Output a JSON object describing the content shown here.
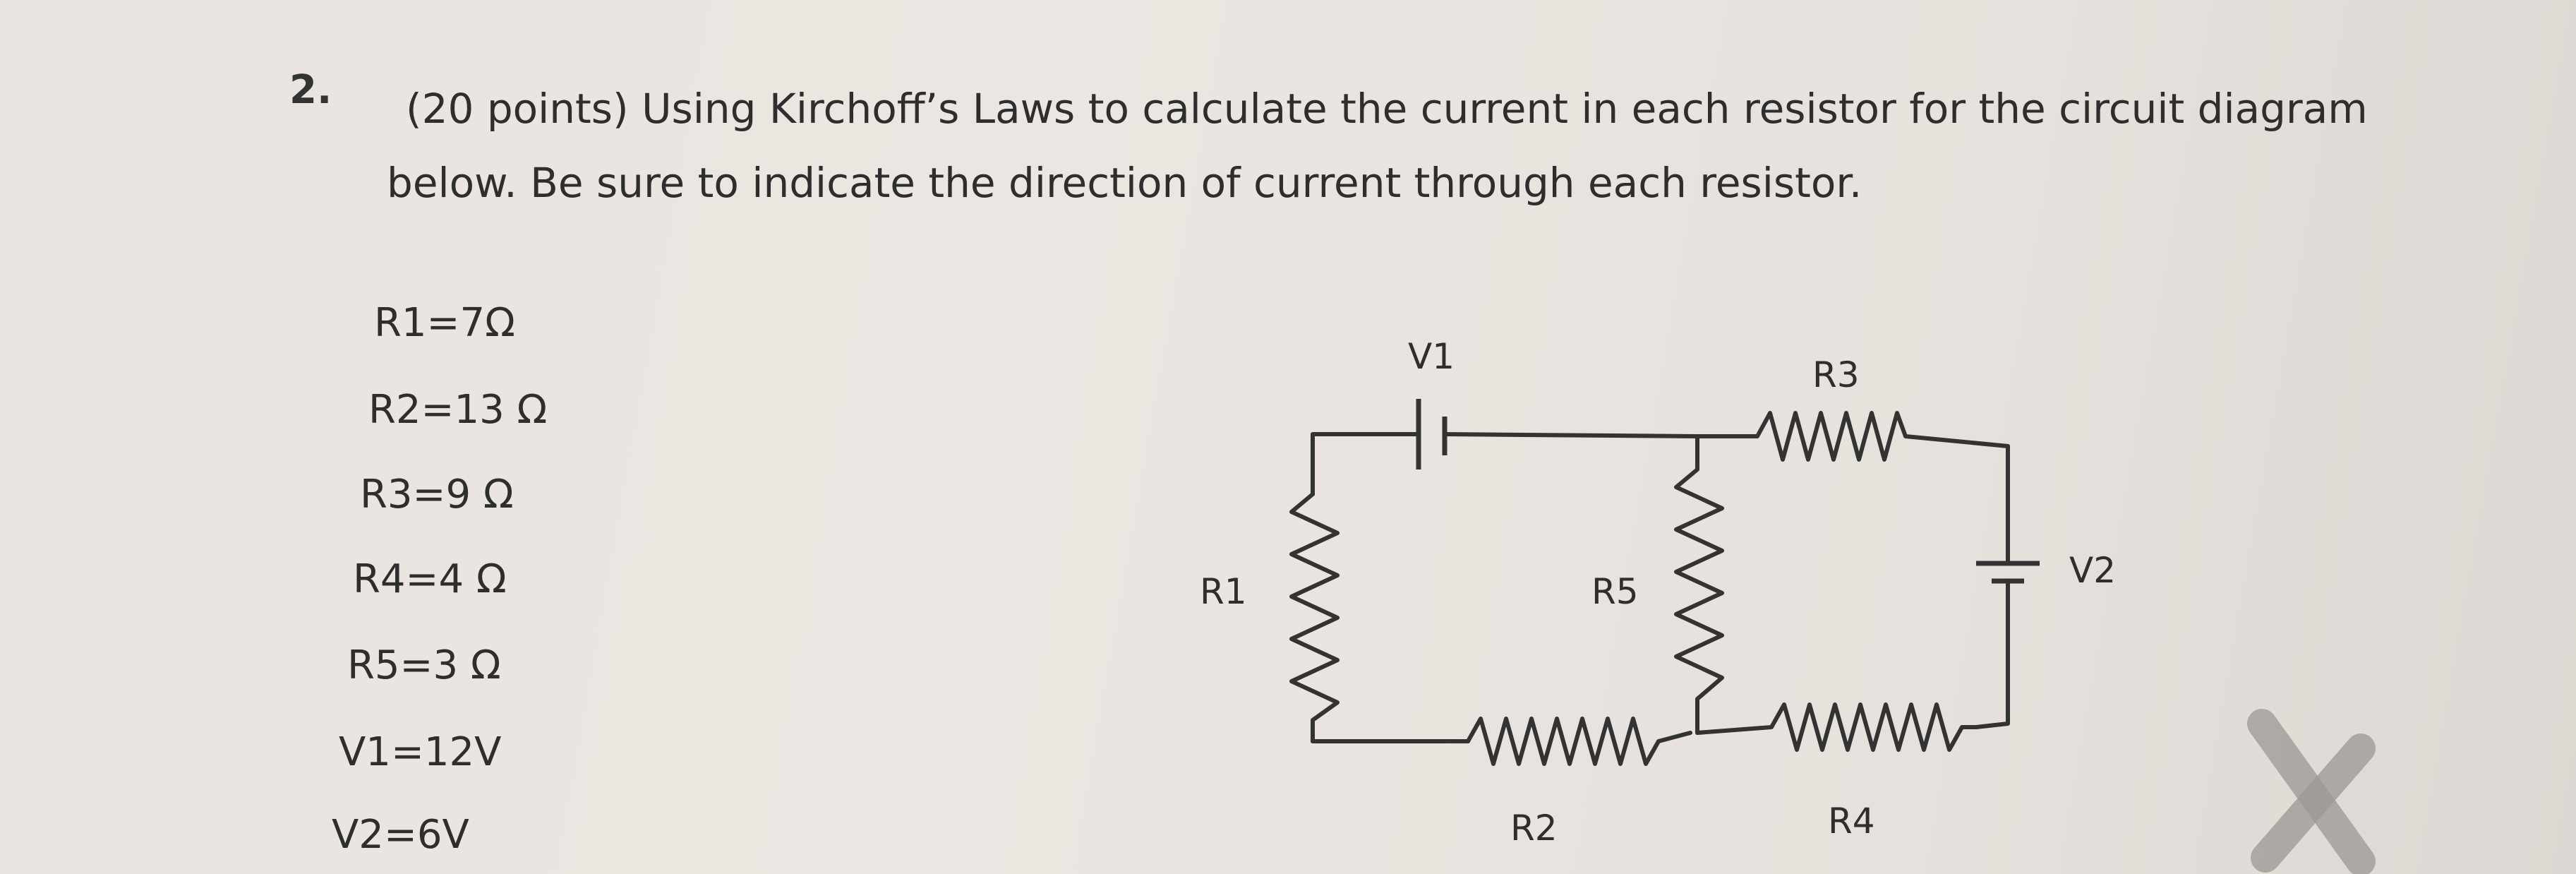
{
  "question": {
    "number": "2.",
    "line1": "(20 points) Using Kirchoff’s Laws to calculate the current in each resistor for the circuit diagram",
    "line2": "below.   Be sure to indicate the direction of current through each resistor."
  },
  "given_values": [
    "R1=7Ω",
    "R2=13 Ω",
    "R3=9 Ω",
    "R4=4 Ω",
    "R5=3 Ω",
    "V1=12V",
    "V2=6V"
  ],
  "circuit": {
    "labels": {
      "V1": "V1",
      "V2": "V2",
      "R1": "R1",
      "R2": "R2",
      "R3": "R3",
      "R4": "R4",
      "R5": "R5"
    }
  }
}
